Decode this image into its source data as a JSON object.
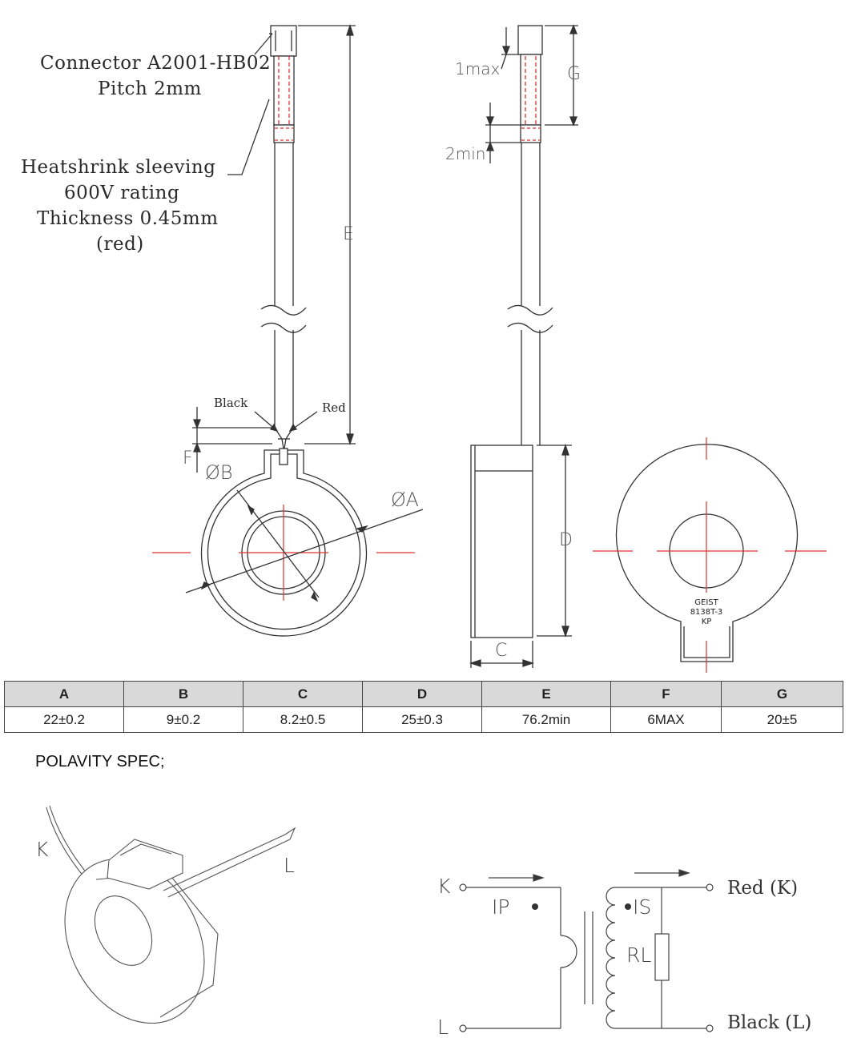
{
  "annotations": {
    "connector_line1": "Connector A2001-HB02",
    "connector_line2": "Pitch 2mm",
    "sleeve_line1": "Heatshrink sleeving",
    "sleeve_line2": "600V rating",
    "sleeve_line3": "Thickness 0.45mm",
    "sleeve_line4": "(red)",
    "black_wire": "Black",
    "red_wire": "Red",
    "one_max": "1max",
    "two_min": "2min"
  },
  "dimension_labels": {
    "E": "E",
    "G": "G",
    "F": "F",
    "B": "ØB",
    "A": "ØA",
    "D": "D",
    "C": "C"
  },
  "part_marking": [
    "GEIST",
    "8138T-3",
    "KP"
  ],
  "spec_table": {
    "headers": [
      "A",
      "B",
      "C",
      "D",
      "E",
      "F",
      "G"
    ],
    "values": [
      "22±0.2",
      "9±0.2",
      "8.2±0.5",
      "25±0.3",
      "76.2min",
      "6MAX",
      "20±5"
    ]
  },
  "polarity": {
    "title": "POLAVITY SPEC;",
    "iso_labels": {
      "K": "K",
      "L": "L"
    },
    "schematic": {
      "primary_k": "K",
      "primary_l": "L",
      "ip": "IP",
      "is": "IS",
      "rl": "RL",
      "red_terminal": "Red (K)",
      "black_terminal": "Black (L)"
    }
  },
  "colors": {
    "line": "#333333",
    "centerline": "#e03030",
    "table_header": "#d9d9d9"
  }
}
